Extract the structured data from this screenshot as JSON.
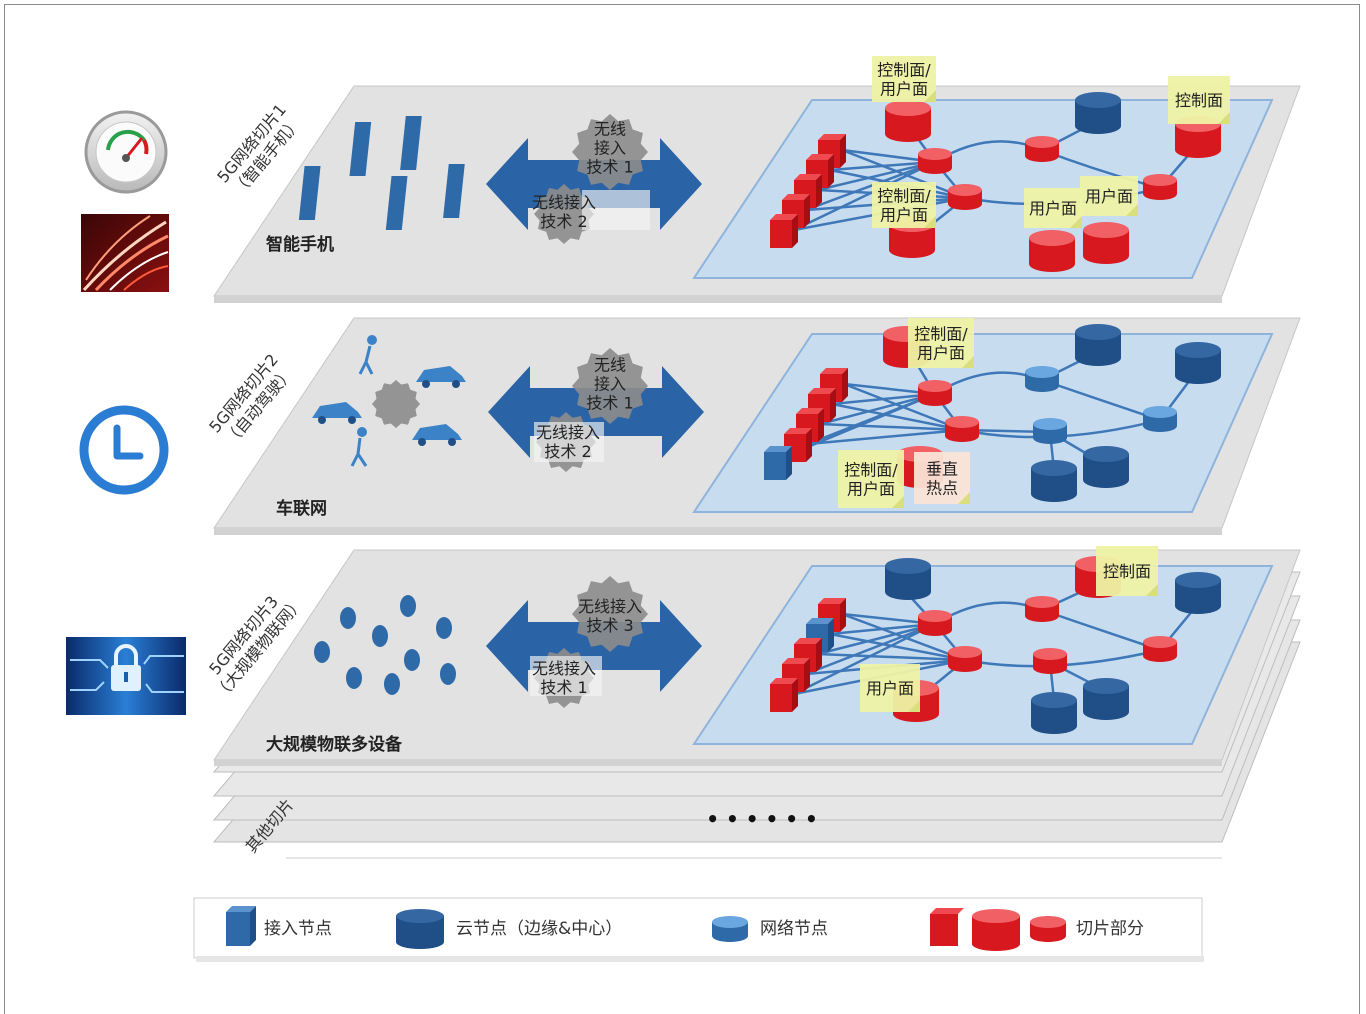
{
  "slices": [
    {
      "slice_label_line1": "5G网络切片1",
      "slice_label_line2": "（智能手机）",
      "device_label": "智能手机",
      "rat_gear_a_lines": [
        "无线",
        "接入",
        "技术 1"
      ],
      "rat_gear_b_lines": [
        "无线接入",
        "技术 2"
      ],
      "notes": [
        {
          "lines": [
            "控制面/",
            "用户面"
          ]
        },
        {
          "lines": [
            "控制面"
          ]
        },
        {
          "lines": [
            "控制面/",
            "用户面"
          ]
        },
        {
          "lines": [
            "用户面"
          ]
        },
        {
          "lines": [
            "用户面"
          ]
        }
      ]
    },
    {
      "slice_label_line1": "5G网络切片2",
      "slice_label_line2": "（自动驾驶）",
      "device_label": "车联网",
      "rat_gear_a_lines": [
        "无线",
        "接入",
        "技术 1"
      ],
      "rat_gear_b_lines": [
        "无线接入",
        "技术 2"
      ],
      "notes": [
        {
          "lines": [
            "控制面/",
            "用户面"
          ]
        },
        {
          "lines": [
            "控制面/",
            "用户面"
          ]
        },
        {
          "lines": [
            "垂直",
            "热点"
          ]
        }
      ]
    },
    {
      "slice_label_line1": "5G网络切片3",
      "slice_label_line2": "（大规模物联网）",
      "device_label": "大规模物联多设备",
      "rat_gear_a_lines": [
        "无线接入",
        "技术 3"
      ],
      "rat_gear_b_lines": [
        "无线接入",
        "技术 1"
      ],
      "notes": [
        {
          "lines": [
            "控制面"
          ]
        },
        {
          "lines": [
            "用户面"
          ]
        }
      ]
    }
  ],
  "other_slices_label": "其他切片",
  "ellipsis": "• • • • • •",
  "legend": {
    "access_node": "接入节点",
    "cloud_node": "云节点（边缘&中心）",
    "network_node": "网络节点",
    "slice_part": "切片部分"
  },
  "colors": {
    "access_blue": "#2f6aa8",
    "cloud_navy": "#1f4f86",
    "slice_red": "#d7191f",
    "plane_gray": "#e2e2e2",
    "panel_blue": "#c8dcf0",
    "note_yellow": "#eef2a4",
    "arrow_blue": "#2a63a6",
    "gear_gray": "#8c8c8c"
  },
  "icons": [
    "gauge-icon",
    "light-trails-icon",
    "clock-icon",
    "padlock-circuit-icon"
  ]
}
